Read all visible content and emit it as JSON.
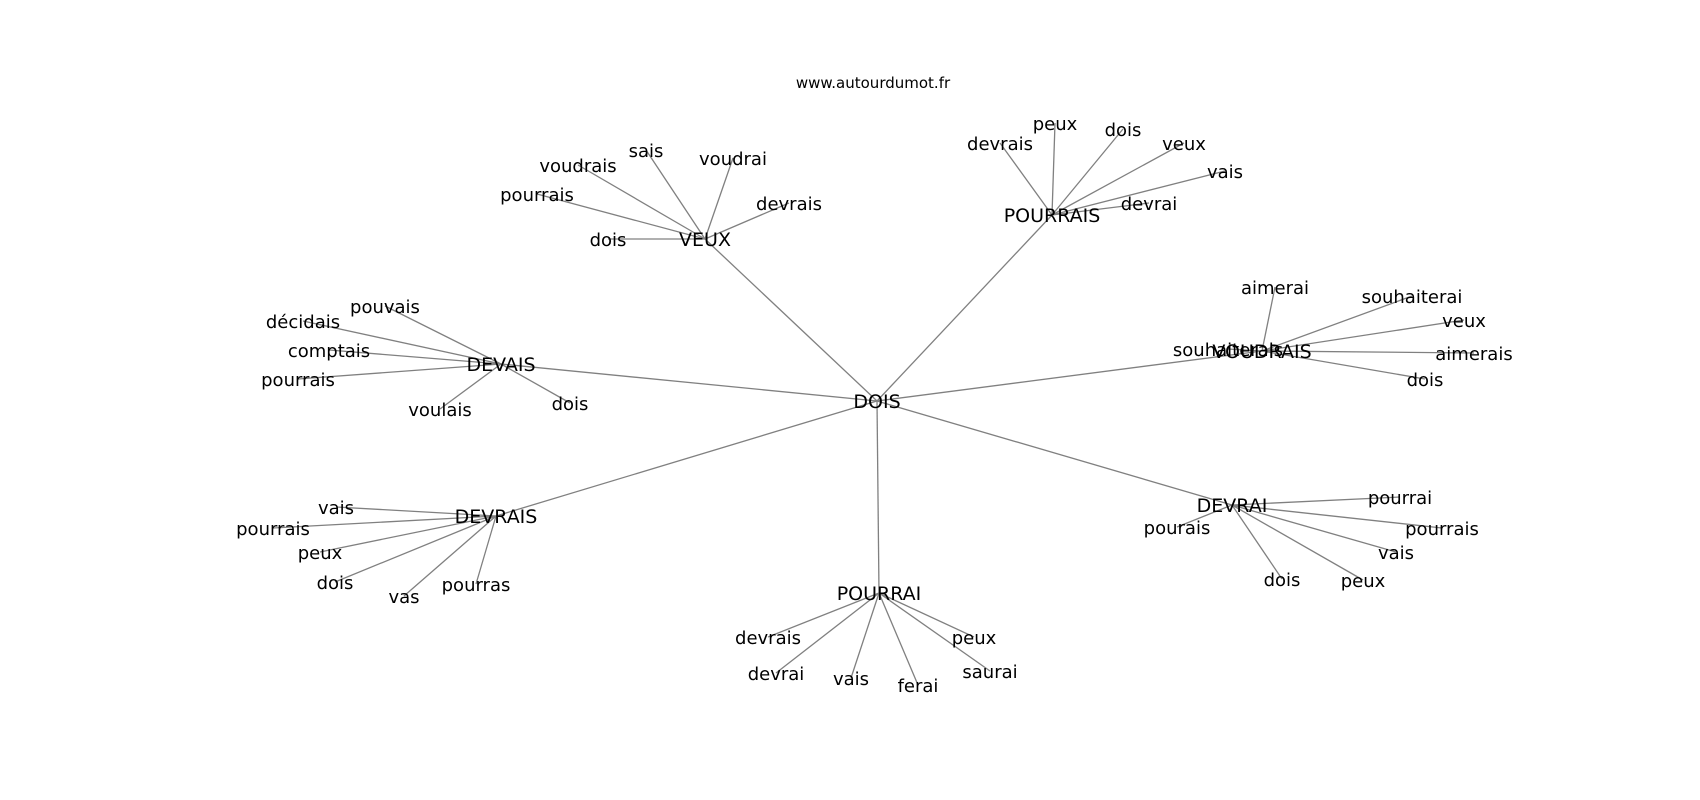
{
  "watermark": "www.autourdumot.fr",
  "edge_color": "#808080",
  "text_color": "#000000",
  "graph": {
    "center": "DOIS",
    "clusters": [
      {
        "hub": "VEUX",
        "words": [
          "dois",
          "pourrais",
          "voudrais",
          "sais",
          "voudrai",
          "devrais"
        ]
      },
      {
        "hub": "POURRAIS",
        "words": [
          "devrais",
          "peux",
          "dois",
          "veux",
          "vais",
          "devrai"
        ]
      },
      {
        "hub": "DEVAIS",
        "words": [
          "pouvais",
          "décidais",
          "comptais",
          "pourrais",
          "voulais",
          "dois"
        ]
      },
      {
        "hub": "VOUDRAIS",
        "words": [
          "aimerai",
          "souhaiterai",
          "veux",
          "aimerais",
          "dois",
          "souhaiterais"
        ]
      },
      {
        "hub": "DEVRAIS",
        "words": [
          "vais",
          "pourrais",
          "peux",
          "dois",
          "vas",
          "pourras"
        ]
      },
      {
        "hub": "DEVRAI",
        "words": [
          "pourrai",
          "pourrais",
          "vais",
          "peux",
          "dois",
          "pourais"
        ]
      },
      {
        "hub": "POURRAI",
        "words": [
          "devrais",
          "devrai",
          "vais",
          "ferai",
          "saurai",
          "peux"
        ]
      }
    ]
  }
}
